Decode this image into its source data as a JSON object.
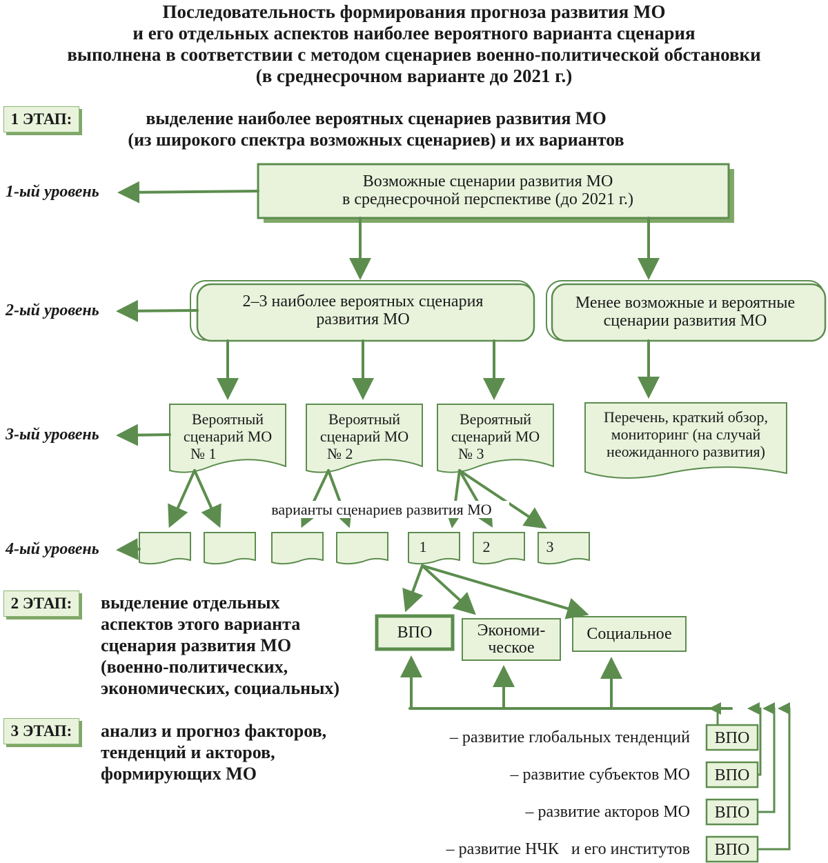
{
  "title": {
    "line1": "Последовательность формирования прогноза развития МО",
    "line2": "и его отдельных аспектов наиболее вероятного варианта сценария",
    "line3": "выполнена в соответствии с методом сценариев военно-политической обстановки",
    "line4": "(в среднесрочном варианте до 2021 г.)"
  },
  "stages": [
    {
      "label": "1 ЭТАП:",
      "text": [
        "выделение наиболее вероятных сценариев развития МО",
        "(из широкого спектра возможных сценариев) и их вариантов"
      ]
    },
    {
      "label": "2 ЭТАП:",
      "text": [
        "выделение отдельных",
        "аспектов этого варианта",
        "сценария развития МО",
        "(военно-политических,",
        "экономических, социальных)"
      ]
    },
    {
      "label": "3 ЭТАП:",
      "text": [
        "анализ и прогноз факторов,",
        "тенденций и акторов,",
        "формирующих МО"
      ]
    }
  ],
  "levels": [
    "1-ый уровень",
    "2-ый уровень",
    "3-ый уровень",
    "4-ый уровень"
  ],
  "boxes": {
    "possible": [
      "Возможные сценарии развития МО",
      "в среднесрочной перспективе (до 2021 г.)"
    ],
    "most_probable": [
      "2–3 наиболее вероятных сценария",
      "развития МО"
    ],
    "less_probable": [
      "Менее возможные и вероятные",
      "сценарии развития МО"
    ],
    "scenarios": [
      [
        "Вероятный",
        "сценарий МО",
        "№ 1"
      ],
      [
        "Вероятный",
        "сценарий МО",
        "№ 2"
      ],
      [
        "Вероятный",
        "сценарий МО",
        "№ 3"
      ]
    ],
    "review": [
      "Перечень, краткий обзор,",
      "мониторинг (на случай",
      "неожиданного развития)"
    ],
    "variants_caption": "варианты сценариев развития МО",
    "variant_numbers": [
      "1",
      "2",
      "3"
    ],
    "aspects": {
      "vpo": "ВПО",
      "economic": [
        "Экономи-",
        "ческое"
      ],
      "social": "Социальное"
    }
  },
  "factors": [
    {
      "text": "– развитие глобальных тенденций",
      "tag": "ВПО"
    },
    {
      "text": "– развитие субъектов МО",
      "tag": "ВПО"
    },
    {
      "text": "– развитие акторов МО",
      "tag": "ВПО"
    },
    {
      "text": "– развитие НЧК   и его институтов",
      "tag": "ВПО"
    }
  ],
  "colors": {
    "fill": "#e9f3dc",
    "stroke": "#5c8d4e",
    "shadow": "#7fa868",
    "arrow": "#5c8d4e"
  }
}
